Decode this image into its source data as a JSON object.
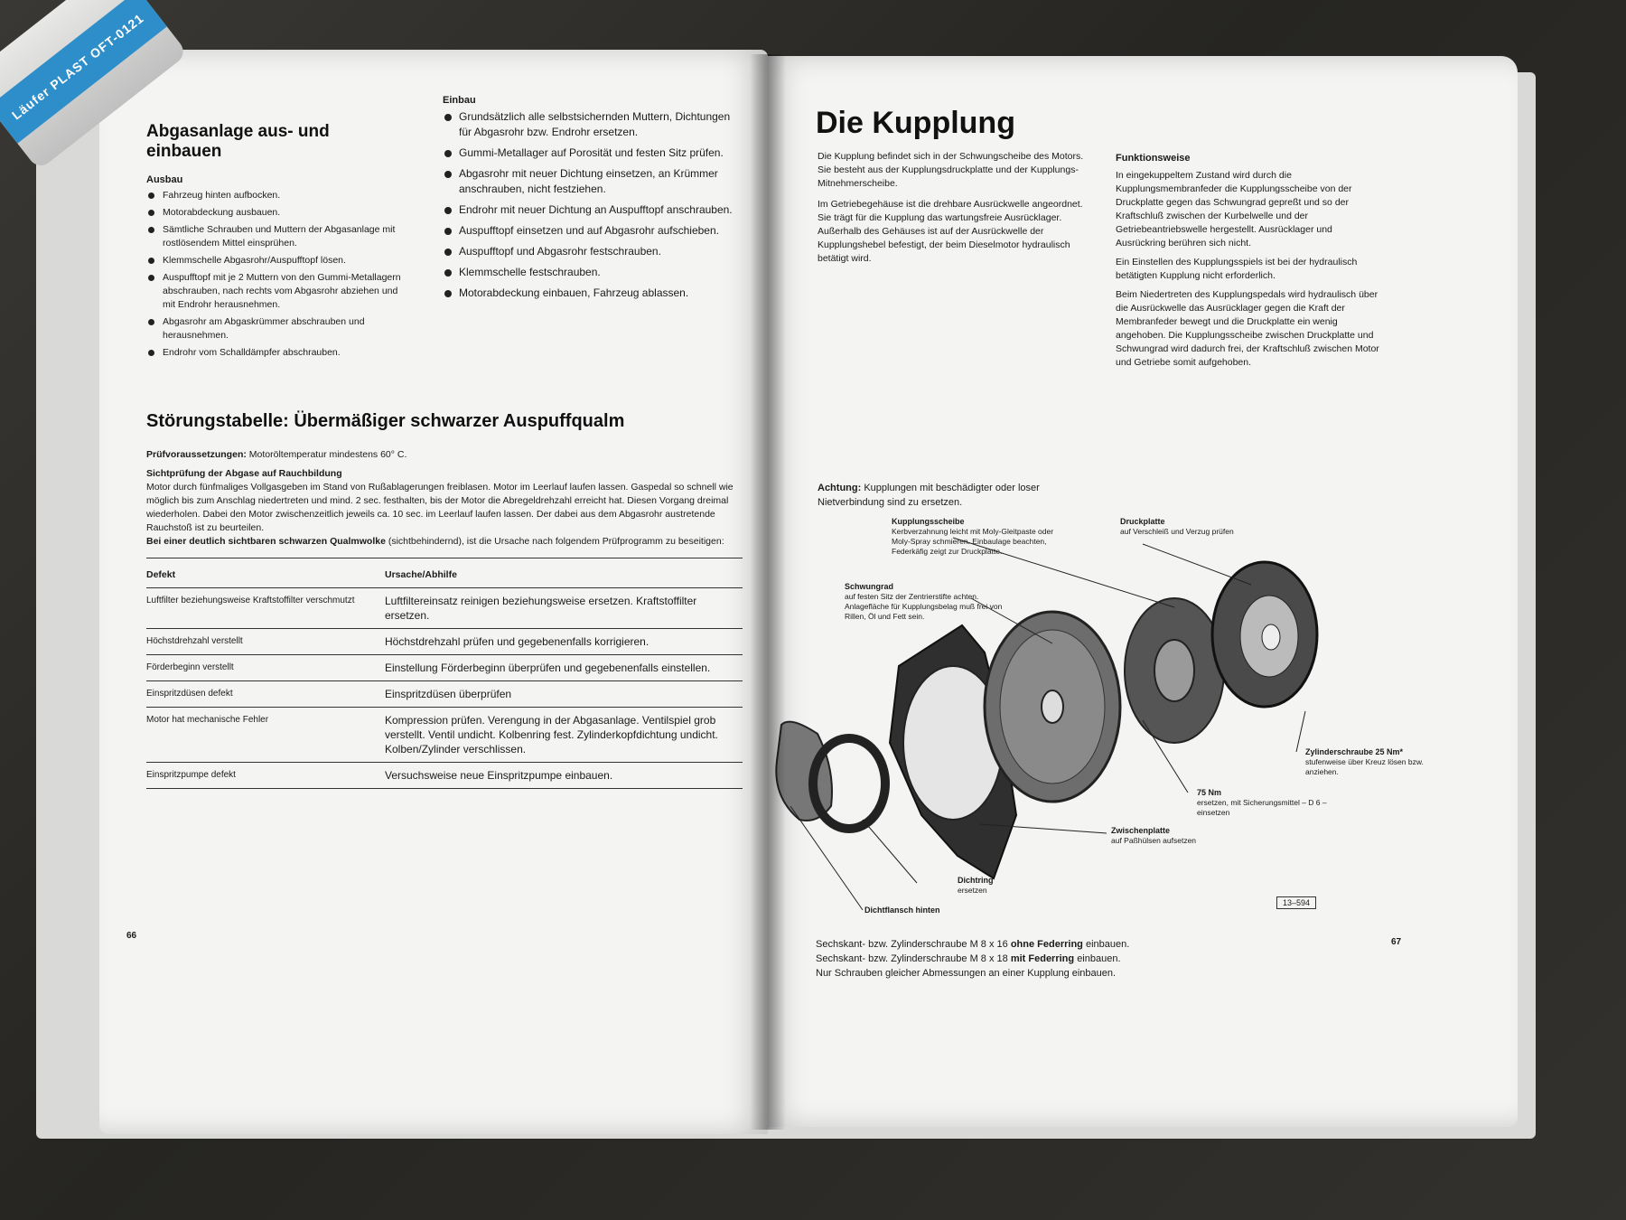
{
  "left_page": {
    "section1_title": "Abgasanlage aus- und einbauen",
    "ausbau_title": "Ausbau",
    "ausbau_items": [
      "Fahrzeug hinten aufbocken.",
      "Motorabdeckung ausbauen.",
      "Sämtliche Schrauben und Muttern der Abgasanlage mit rostlösendem Mittel einsprühen.",
      "Klemmschelle Abgasrohr/Auspufftopf lösen.",
      "Auspufftopf mit je 2 Muttern von den Gummi-Metallagern abschrauben, nach rechts vom Abgasrohr abziehen und mit Endrohr herausnehmen.",
      "Abgasrohr am Abgaskrümmer abschrauben und herausnehmen.",
      "Endrohr vom Schalldämpfer abschrauben."
    ],
    "einbau_title": "Einbau",
    "einbau_items": [
      "Grundsätzlich alle selbstsichernden Muttern, Dichtungen für Abgasrohr bzw. Endrohr ersetzen.",
      "Gummi-Metallager auf Porosität und festen Sitz prüfen.",
      "Abgasrohr mit neuer Dichtung einsetzen, an Krümmer anschrauben, nicht festziehen.",
      "Endrohr mit neuer Dichtung an Auspufftopf anschrauben.",
      "Auspufftopf einsetzen und auf Abgasrohr aufschieben.",
      "Auspufftopf und Abgasrohr festschrauben.",
      "Klemmschelle festschrauben.",
      "Motorabdeckung einbauen, Fahrzeug ablassen."
    ],
    "section2_title": "Störungstabelle: Übermäßiger schwarzer Auspuffqualm",
    "pruef_label": "Prüfvoraussetzungen:",
    "pruef_text": "Motoröltemperatur mindestens 60° C.",
    "sicht_label": "Sichtprüfung der Abgase auf Rauchbildung",
    "sicht_text": "Motor durch fünfmaliges Vollgasgeben im Stand von Rußablagerungen freiblasen. Motor im Leerlauf laufen lassen. Gaspedal so schnell wie möglich bis zum Anschlag niedertreten und mind. 2 sec. festhalten, bis der Motor die Abregeldrehzahl erreicht hat. Diesen Vorgang dreimal wiederholen. Dabei den Motor zwischenzeitlich jeweils ca. 10 sec. im Leerlauf laufen lassen. Der dabei aus dem Abgasrohr austretende Rauchstoß ist zu beurteilen.",
    "qualm_label": "Bei einer deutlich sichtbaren schwarzen Qualmwolke",
    "qualm_text": "(sichtbehindernd), ist die Ursache nach folgendem Prüfprogramm zu beseitigen:",
    "table_headers": [
      "Defekt",
      "Ursache/Abhilfe"
    ],
    "table_rows": [
      {
        "defekt": "Luftfilter beziehungsweise Kraftstoffilter verschmutzt",
        "abhilfe": "Luftfiltereinsatz reinigen beziehungsweise ersetzen. Kraftstoffilter ersetzen."
      },
      {
        "defekt": "Höchstdrehzahl verstellt",
        "abhilfe": "Höchstdrehzahl prüfen und gegebenenfalls korrigieren."
      },
      {
        "defekt": "Förderbeginn verstellt",
        "abhilfe": "Einstellung Förderbeginn überprüfen und gegebenenfalls einstellen."
      },
      {
        "defekt": "Einspritzdüsen defekt",
        "abhilfe": "Einspritzdüsen überprüfen"
      },
      {
        "defekt": "Motor hat mechanische Fehler",
        "abhilfe": "Kompression prüfen. Verengung in der Abgasanlage. Ventilspiel grob verstellt. Ventil undicht. Kolbenring fest. Zylinderkopfdichtung undicht. Kolben/Zylinder verschlissen."
      },
      {
        "defekt": "Einspritzpumpe defekt",
        "abhilfe": "Versuchsweise neue Einspritzpumpe einbauen."
      }
    ],
    "page_number": "66"
  },
  "right_page": {
    "title": "Die Kupplung",
    "intro_p1": "Die Kupplung befindet sich in der Schwungscheibe des Motors. Sie besteht aus der Kupplungsdruckplatte und der Kupplungs-Mitnehmerscheibe.",
    "intro_p2": "Im Getriebegehäuse ist die drehbare Ausrückwelle angeordnet. Sie trägt für die Kupplung das wartungsfreie Ausrücklager. Außerhalb des Gehäuses ist auf der Ausrückwelle der Kupplungshebel befestigt, der beim Dieselmotor hydraulisch betätigt wird.",
    "funk_title": "Funktionsweise",
    "funk_p1": "In eingekuppeltem Zustand wird durch die Kupplungsmembranfeder die Kupplungsscheibe von der Druckplatte gegen das Schwungrad gepreßt und so der Kraftschluß zwischen der Kurbelwelle und der Getriebeantriebswelle hergestellt. Ausrücklager und Ausrückring berühren sich nicht.",
    "funk_p2": "Ein Einstellen des Kupplungsspiels ist bei der hydraulisch betätigten Kupplung nicht erforderlich.",
    "funk_p3": "Beim Niedertreten des Kupplungspedals wird hydraulisch über die Ausrückwelle das Ausrücklager gegen die Kraft der Membranfeder bewegt und die Druckplatte ein wenig angehoben. Die Kupplungsscheibe zwischen Druckplatte und Schwungrad wird dadurch frei, der Kraftschluß zwischen Motor und Getriebe somit aufgehoben.",
    "achtung_label": "Achtung:",
    "achtung_text": "Kupplungen mit beschädigter oder loser Nietverbindung sind zu ersetzen.",
    "callouts": {
      "kupplungsscheibe_title": "Kupplungsscheibe",
      "kupplungsscheibe_text": "Kerbverzahnung leicht mit Moly-Gleitpaste oder Moly-Spray schmieren. Einbaulage beachten, Federkäfig zeigt zur Druckplatte.",
      "druckplatte_title": "Druckplatte",
      "druckplatte_text": "auf Verschleiß und Verzug prüfen",
      "schwungrad_title": "Schwungrad",
      "schwungrad_text": "auf festen Sitz der Zentrierstifte achten. Anlagefläche für Kupplungsbelag muß frei von Rillen, Öl und Fett sein.",
      "zylinderschraube_title": "Zylinderschraube 25 Nm*",
      "zylinderschraube_text": "stufenweise über Kreuz lösen bzw. anziehen.",
      "nm75_title": "75 Nm",
      "nm75_text": "ersetzen, mit Sicherungsmittel – D 6 – einsetzen",
      "zwischenplatte_title": "Zwischenplatte",
      "zwischenplatte_text": "auf Paßhülsen aufsetzen",
      "dichtring_title": "Dichtring",
      "dichtring_text": "ersetzen",
      "dichtflansch_title": "Dichtflansch hinten"
    },
    "figure_number": "13–594",
    "footnote1_a": "Sechskant- bzw. Zylinderschraube M 8 x 16",
    "footnote1_b": "ohne Federring",
    "footnote1_c": "einbauen.",
    "footnote2_a": "Sechskant- bzw. Zylinderschraube M 8 x 18",
    "footnote2_b": "mit Federring",
    "footnote2_c": "einbauen.",
    "footnote3": "Nur Schrauben gleicher Abmessungen an einer Kupplung einbauen.",
    "page_number": "67"
  },
  "eraser": {
    "brand_text": "Läufer PLAST",
    "code_text": "OFT-0121"
  }
}
